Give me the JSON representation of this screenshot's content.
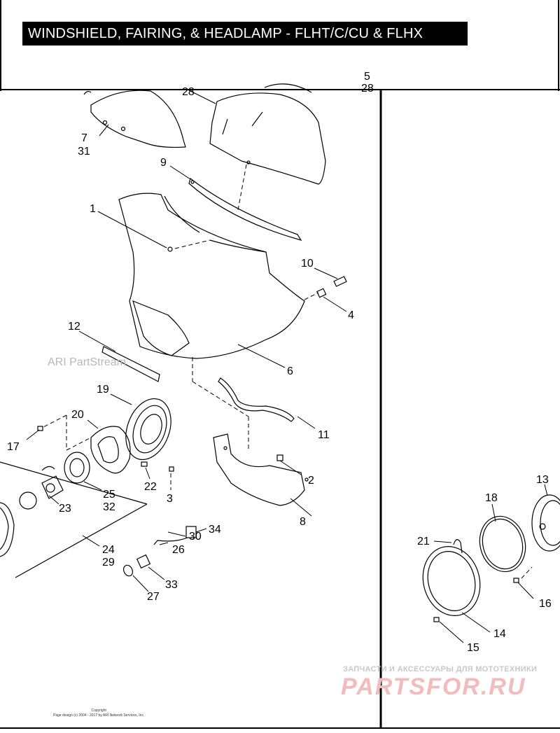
{
  "title": "WINDSHIELD, FAIRING, & HEADLAMP - FLHT/C/CU & FLHX",
  "watermark": "ARI PartStream",
  "copyright": {
    "line1": "Copyright",
    "line2": "Page design (c) 2004 - 2017 by ARI Network Services, Inc."
  },
  "shop": {
    "tagline": "ЗАПЧАСТИ И АКСЕССУАРЫ ДЛЯ МОТОТЕХНИКИ",
    "logo": "PARTSFOR.RU"
  },
  "callouts": [
    "1",
    "2",
    "3",
    "4",
    "5",
    "6",
    "7",
    "8",
    "9",
    "10",
    "11",
    "12",
    "13",
    "14",
    "15",
    "16",
    "17",
    "18",
    "19",
    "20",
    "21",
    "22",
    "23",
    "24",
    "25",
    "26",
    "27",
    "28",
    "29",
    "30",
    "31",
    "32",
    "33",
    "34"
  ],
  "labels": {
    "l1": "1",
    "l2": "2",
    "l3": "3",
    "l4": "4",
    "l5": "5",
    "l6": "6",
    "l7": "7",
    "l8": "8",
    "l9": "9",
    "l10": "10",
    "l11": "11",
    "l12": "12",
    "l13": "13",
    "l14": "14",
    "l15": "15",
    "l16": "16",
    "l17": "17",
    "l18": "18",
    "l19": "19",
    "l20": "20",
    "l21": "21",
    "l22": "22",
    "l23": "23",
    "l24": "24",
    "l25": "25",
    "l26": "26",
    "l27": "27",
    "l28": "28",
    "l28b": "28",
    "l29": "29",
    "l30": "30",
    "l31": "31",
    "l32": "32",
    "l33": "33",
    "l34": "34"
  }
}
